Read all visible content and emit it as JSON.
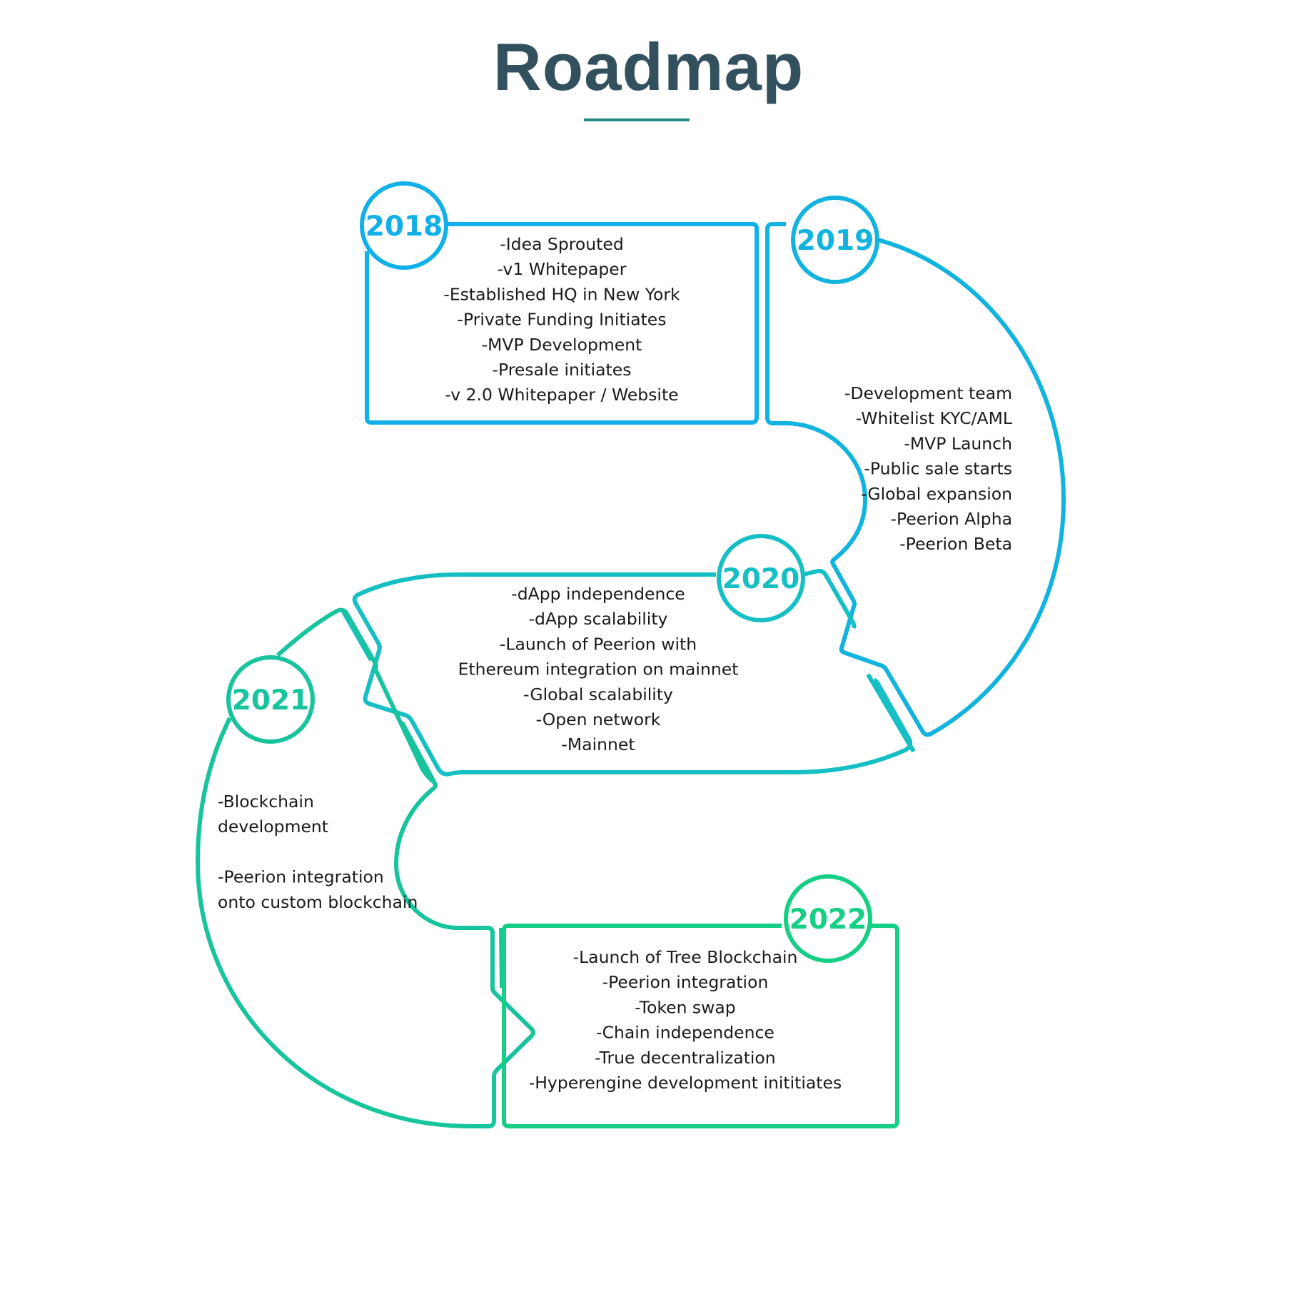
{
  "title": "Roadmap",
  "colors": {
    "title": "#33505e",
    "rule": "#1f8a86",
    "y2018": "#12b0e8",
    "y2019": "#12b3de",
    "y2020": "#16bfc4",
    "y2021": "#17c49e",
    "y2022": "#16cf85",
    "text": "#1a1a1a"
  },
  "milestones": [
    {
      "year": "2018",
      "items": [
        "-Idea Sprouted",
        "-v1 Whitepaper",
        "-Established HQ in New York",
        "-Private Funding Initiates",
        "-MVP Development",
        "-Presale initiates",
        "-v 2.0 Whitepaper / Website"
      ]
    },
    {
      "year": "2019",
      "items": [
        "-Development team",
        "-Whitelist KYC/AML",
        "-MVP Launch",
        "-Public sale starts",
        "-Global expansion",
        "-Peerion Alpha",
        "-Peerion Beta"
      ]
    },
    {
      "year": "2020",
      "items": [
        "-dApp independence",
        "-dApp scalability",
        "-Launch of Peerion with",
        "Ethereum integration on mainnet",
        "-Global scalability",
        "-Open network",
        "-Mainnet"
      ]
    },
    {
      "year": "2021",
      "items": [
        "-Blockchain",
        "development",
        "",
        "-Peerion integration",
        "onto custom blockchain"
      ]
    },
    {
      "year": "2022",
      "items": [
        "-Launch of Tree Blockchain",
        "-Peerion integration",
        "-Token swap",
        "-Chain independence",
        "-True decentralization",
        "-Hyperengine development inititiates"
      ]
    }
  ]
}
